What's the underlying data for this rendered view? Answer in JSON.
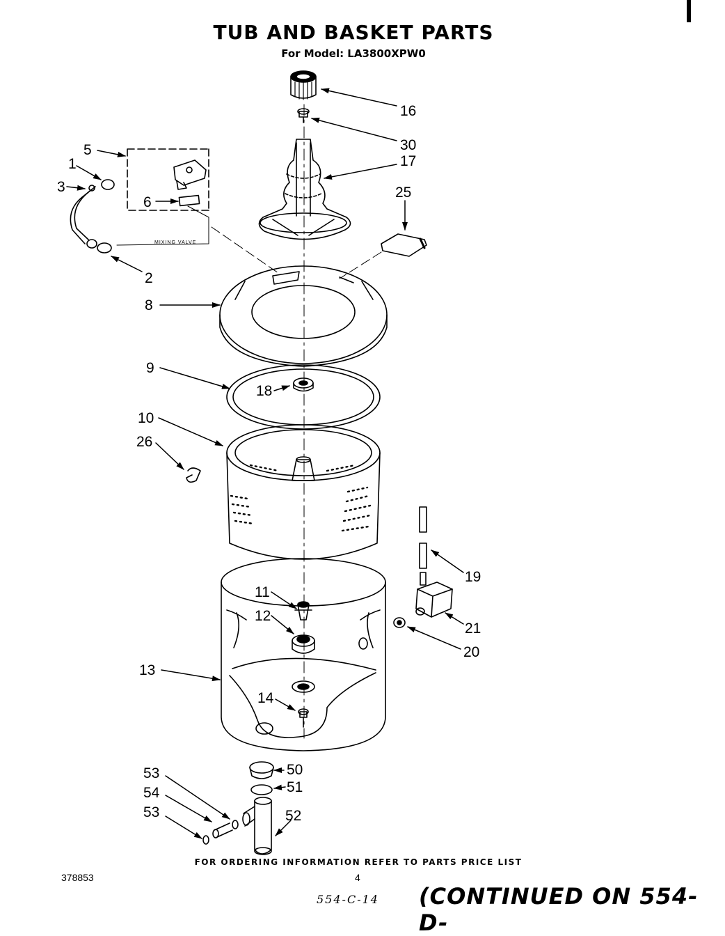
{
  "header": {
    "title": "TUB AND BASKET PARTS",
    "subtitle": "For Model: LA3800XPW0"
  },
  "callouts": [
    {
      "id": "c16",
      "label": "16"
    },
    {
      "id": "c30",
      "label": "30"
    },
    {
      "id": "c17",
      "label": "17"
    },
    {
      "id": "c25",
      "label": "25"
    },
    {
      "id": "c5",
      "label": "5"
    },
    {
      "id": "c1",
      "label": "1"
    },
    {
      "id": "c3",
      "label": "3"
    },
    {
      "id": "c6",
      "label": "6"
    },
    {
      "id": "c2",
      "label": "2"
    },
    {
      "id": "c8",
      "label": "8"
    },
    {
      "id": "c9",
      "label": "9"
    },
    {
      "id": "c18",
      "label": "18"
    },
    {
      "id": "c10",
      "label": "10"
    },
    {
      "id": "c26",
      "label": "26"
    },
    {
      "id": "c19",
      "label": "19"
    },
    {
      "id": "c11",
      "label": "11"
    },
    {
      "id": "c12",
      "label": "12"
    },
    {
      "id": "c21",
      "label": "21"
    },
    {
      "id": "c20",
      "label": "20"
    },
    {
      "id": "c13",
      "label": "13"
    },
    {
      "id": "c14",
      "label": "14"
    },
    {
      "id": "c53a",
      "label": "53"
    },
    {
      "id": "c50",
      "label": "50"
    },
    {
      "id": "c54",
      "label": "54"
    },
    {
      "id": "c51",
      "label": "51"
    },
    {
      "id": "c53b",
      "label": "53"
    },
    {
      "id": "c52",
      "label": "52"
    }
  ],
  "mixing_valve_label": "MIXING VALVE",
  "footer": {
    "ordering_note": "FOR ORDERING INFORMATION REFER TO PARTS PRICE LIST",
    "doc_number": "378853",
    "page_number": "4",
    "handwritten_code": "554-C-14",
    "continued": "(CONTINUED ON 554-D-"
  }
}
